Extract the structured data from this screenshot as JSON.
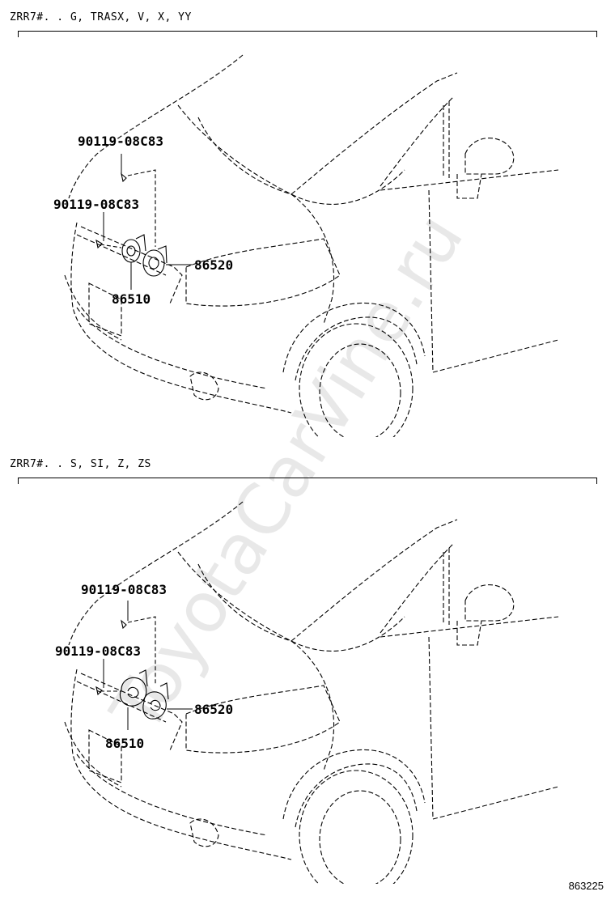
{
  "sections": [
    {
      "label": "ZRR7#. . G, TRASX, V, X, YY",
      "parts": {
        "bolt_upper": "90119-08C83",
        "bolt_lower": "90119-08C83",
        "horn_high": "86520",
        "horn_low": "86510"
      }
    },
    {
      "label": "ZRR7#. . S, SI, Z, ZS",
      "parts": {
        "bolt_upper": "90119-08C83",
        "bolt_lower": "90119-08C83",
        "horn_high": "86520",
        "horn_low": "86510"
      }
    }
  ],
  "watermark": "ToyotaCarVine.ru",
  "figure_id": "863225",
  "colors": {
    "line": "#000000",
    "watermark": "#cfcfcf"
  }
}
